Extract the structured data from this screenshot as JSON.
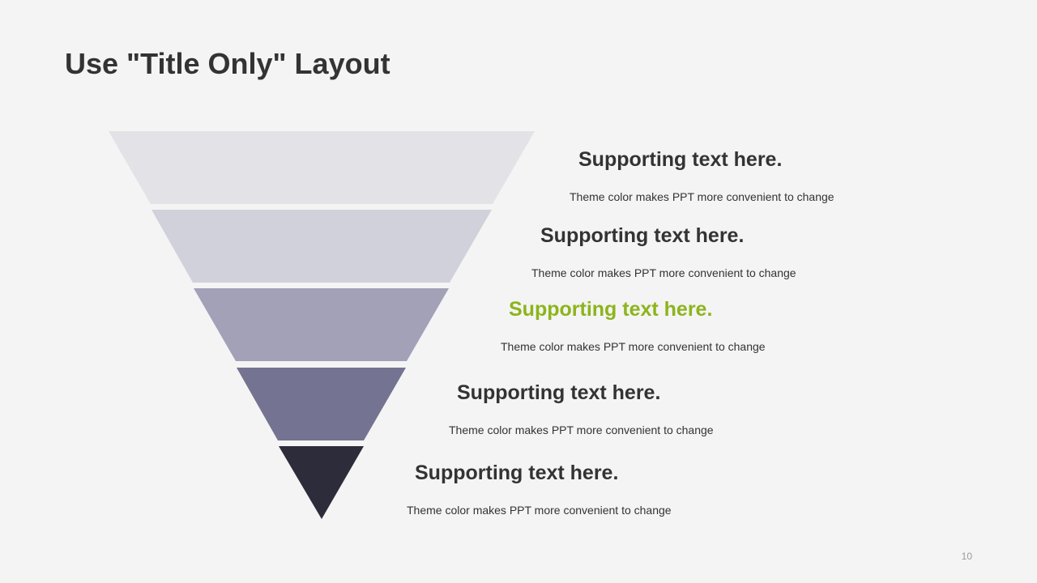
{
  "slide": {
    "title": "Use \"Title Only\" Layout",
    "page_number": "10"
  },
  "funnel": {
    "levels": [
      {
        "color": "#e2e2e7",
        "heading": "Supporting text here.",
        "description": "Theme color makes PPT more convenient to change",
        "highlight": false
      },
      {
        "color": "#d1d1dc",
        "heading": "Supporting text here.",
        "description": "Theme color makes PPT more convenient to change",
        "highlight": false
      },
      {
        "color": "#a3a1b7",
        "heading": "Supporting text here.",
        "description": "Theme color makes PPT more convenient to change",
        "highlight": true
      },
      {
        "color": "#747391",
        "heading": "Supporting text here.",
        "description": "Theme color makes PPT more convenient to change",
        "highlight": false
      },
      {
        "color": "#2d2c3a",
        "heading": "Supporting text here.",
        "description": "Theme color makes PPT more convenient to change",
        "highlight": false
      }
    ]
  },
  "colors": {
    "accent": "#8db41c",
    "text": "#333333",
    "background": "#f4f4f4"
  }
}
